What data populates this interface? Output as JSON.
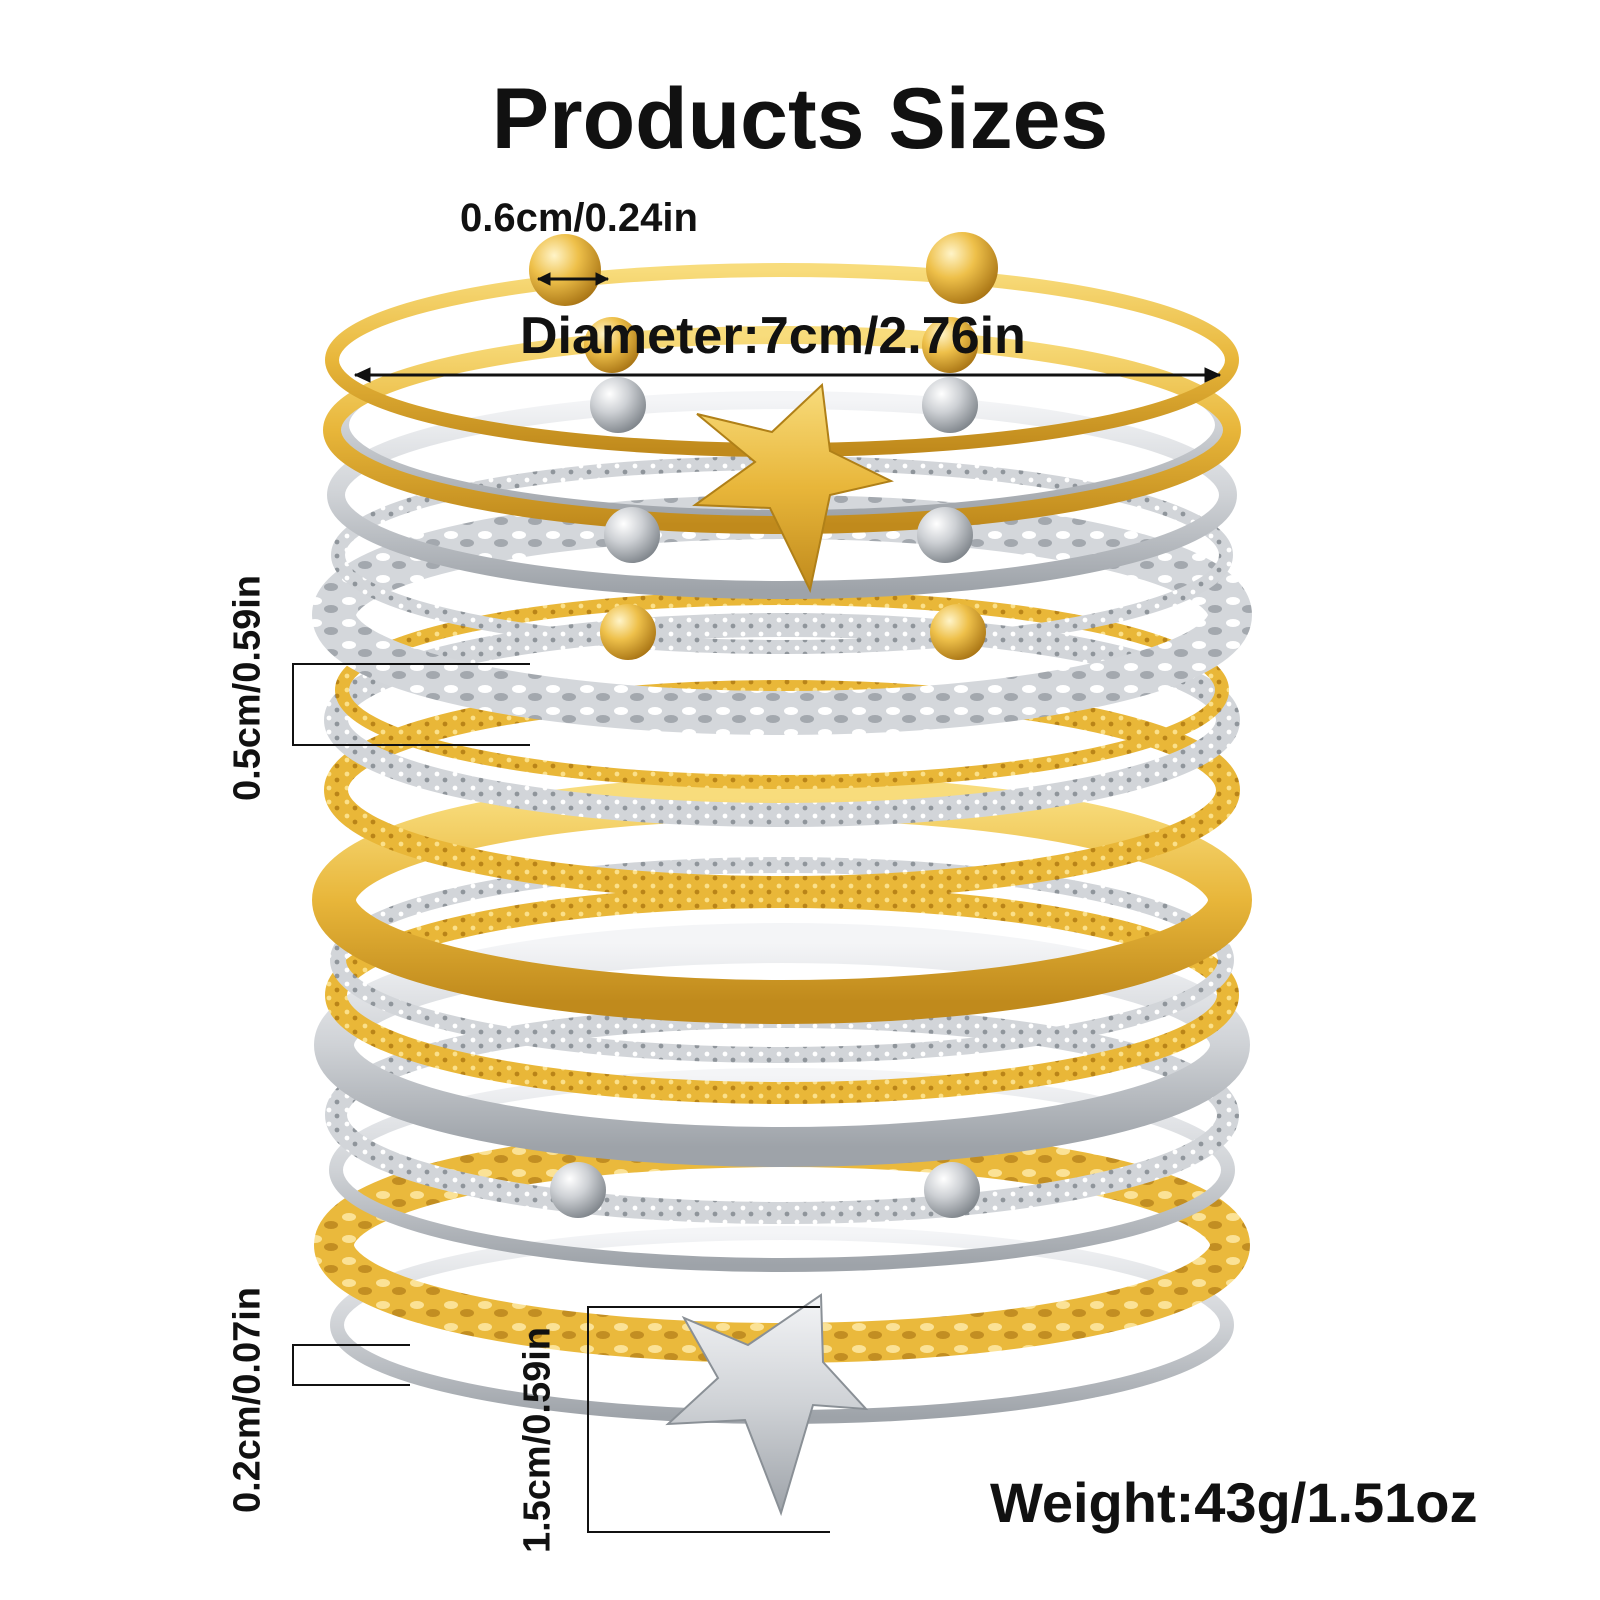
{
  "title": "Products Sizes",
  "measurements": {
    "ball_size": "0.6cm/0.24in",
    "diameter": "Diameter:7cm/2.76in",
    "wide_band_width": "0.5cm/0.59in",
    "thin_band_width": "0.2cm/0.07in",
    "star_size": "1.5cm/0.59in",
    "weight": "Weight:43g/1.51oz"
  },
  "colors": {
    "gold": "#e8b63a",
    "gold_light": "#f6d56e",
    "gold_dark": "#c08a1c",
    "silver": "#cfd2d6",
    "silver_light": "#f2f3f5",
    "silver_dark": "#9ea3a9",
    "text": "#111111"
  },
  "bangles": [
    {
      "finish": "gold",
      "style": "cuff-ball-ends"
    },
    {
      "finish": "gold",
      "style": "star-charm"
    },
    {
      "finish": "silver",
      "style": "cuff-ball-ends"
    },
    {
      "finish": "silver",
      "style": "plain"
    },
    {
      "finish": "silver",
      "style": "cuff-ball-ends"
    },
    {
      "finish": "silver",
      "style": "hammered-wide"
    },
    {
      "finish": "gold",
      "style": "cuff-ball-ends"
    },
    {
      "finish": "silver",
      "style": "textured"
    },
    {
      "finish": "gold",
      "style": "textured"
    },
    {
      "finish": "gold",
      "style": "plain-wide"
    },
    {
      "finish": "gold",
      "style": "textured"
    },
    {
      "finish": "silver",
      "style": "textured"
    },
    {
      "finish": "silver",
      "style": "plain-wide"
    },
    {
      "finish": "silver",
      "style": "cuff-ball-ends"
    },
    {
      "finish": "gold",
      "style": "hammered-wide"
    },
    {
      "finish": "silver",
      "style": "star-charm"
    }
  ]
}
